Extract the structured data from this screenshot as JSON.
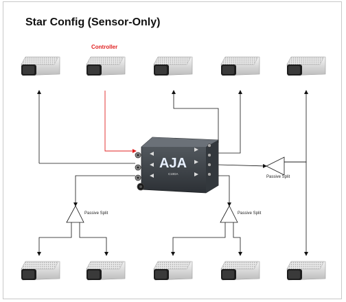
{
  "diagram": {
    "title": "Star Config (Sensor-Only)",
    "controller_label": "Controller",
    "device_logo": "AJA",
    "device_model": "C10DA",
    "passive_split_label": "Passive Split"
  }
}
